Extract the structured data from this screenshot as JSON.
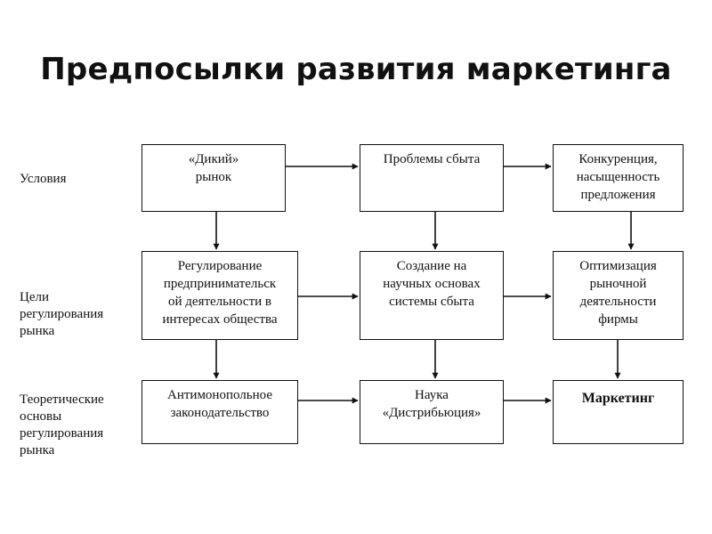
{
  "title": "Предпосылки развития маркетинга",
  "rows": [
    {
      "label": "Условия"
    },
    {
      "label": "Цели\nрегулирования\nрынка"
    },
    {
      "label": "Теоретические\nосновы\nрегулирования\nрынка"
    }
  ],
  "boxes": {
    "r1c1": "«Дикий»\nрынок",
    "r1c2": "Проблемы сбыта",
    "r1c3": "Конкуренция,\nнасыщенность\nпредложения",
    "r2c1": "Регулирование\nпредпринимательск\nой деятельности в\nинтересах общества",
    "r2c2": "Создание на\nнаучных основах\nсистемы сбыта",
    "r2c3": "Оптимизация\nрыночной\nдеятельности\nфирмы",
    "r3c1": "Антимонопольное\nзаконодательство",
    "r3c2": "Наука\n«Дистрибьюция»",
    "r3c3": "Маркетинг"
  },
  "colors": {
    "line": "#111111",
    "text": "#111111"
  }
}
